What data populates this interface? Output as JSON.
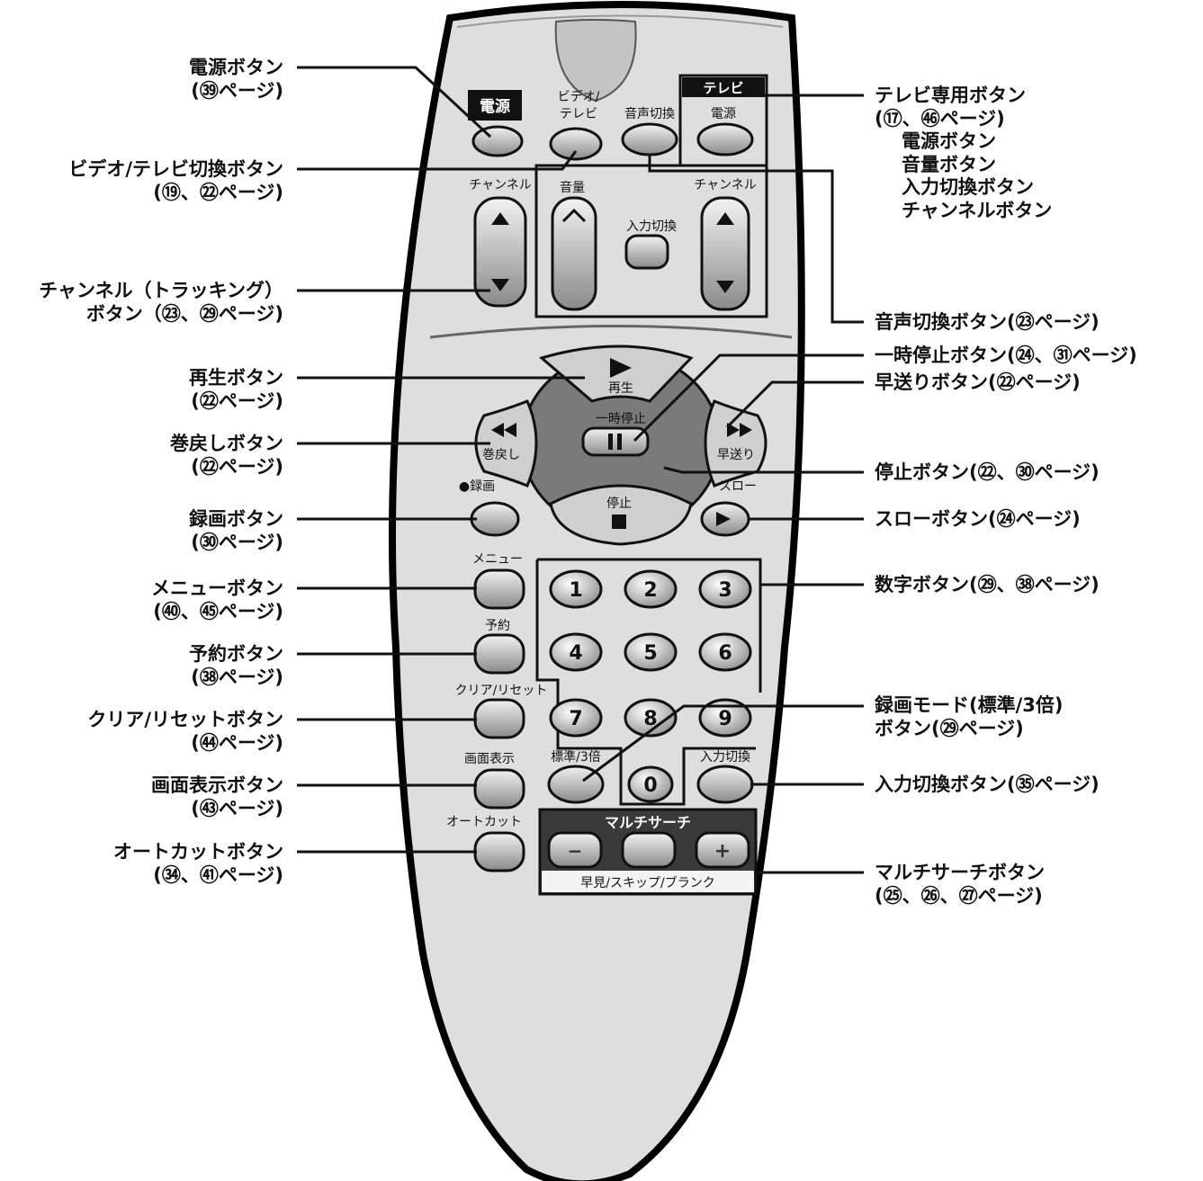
{
  "remote": {
    "top_labels": {
      "power": "電源",
      "video_tv": "ビデオ/",
      "video_tv_2": "テレビ",
      "audio_switch": "音声切換",
      "tv_header": "テレビ",
      "tv_power": "電源",
      "channel_left": "チャンネル",
      "volume": "音量",
      "input_switch": "入力切換",
      "channel_right": "チャンネル"
    },
    "transport": {
      "play": "再生",
      "pause": "一時停止",
      "rewind": "巻戻し",
      "ffwd": "早送り",
      "stop": "停止",
      "record": "●録画",
      "slow": "スロー"
    },
    "side_labels": {
      "menu": "メニュー",
      "timer": "予約",
      "clear_reset": "クリア/リセット",
      "display": "画面表示",
      "auto_cut": "オートカット"
    },
    "digits": [
      "1",
      "2",
      "3",
      "4",
      "5",
      "6",
      "7",
      "8",
      "9",
      "0"
    ],
    "mode_label": "標準/3倍",
    "input_label": "入力切換",
    "multi_search_header": "マルチサーチ",
    "multi_search_footer": "早見/スキップ/ブランク",
    "multi_minus": "−",
    "multi_plus": "+"
  },
  "callouts_left": [
    {
      "line1": "電源ボタン",
      "line2": "(㊴ページ)"
    },
    {
      "line1": "ビデオ/テレビ切換ボタン",
      "line2": "(⑲、㉒ページ)"
    },
    {
      "line1": "チャンネル（トラッキング）",
      "line2": "ボタン（㉓、㉙ページ)"
    },
    {
      "line1": "再生ボタン",
      "line2": "(㉒ページ)"
    },
    {
      "line1": "巻戻しボタン",
      "line2": "(㉒ページ)"
    },
    {
      "line1": "録画ボタン",
      "line2": "(㉚ページ)"
    },
    {
      "line1": "メニューボタン",
      "line2": "(㊵、㊺ページ)"
    },
    {
      "line1": "予約ボタン",
      "line2": "(㊳ページ)"
    },
    {
      "line1": "クリア/リセットボタン",
      "line2": "(㊹ページ)"
    },
    {
      "line1": "画面表示ボタン",
      "line2": "(㊸ページ)"
    },
    {
      "line1": "オートカットボタン",
      "line2": "(㉞、㊶ページ)"
    }
  ],
  "callouts_right": [
    {
      "line1": "テレビ専用ボタン",
      "line2": "(⑰、㊻ページ)",
      "subs": [
        "電源ボタン",
        "音量ボタン",
        "入力切換ボタン",
        "チャンネルボタン"
      ]
    },
    {
      "line1": "音声切換ボタン(㉓ページ)"
    },
    {
      "line1": "一時停止ボタン(㉔、㉛ページ)"
    },
    {
      "line1": "早送りボタン(㉒ページ)"
    },
    {
      "line1": "停止ボタン(㉒、㉚ページ)"
    },
    {
      "line1": "スローボタン(㉔ページ)"
    },
    {
      "line1": "数字ボタン(㉙、㊳ページ)"
    },
    {
      "line1": "録画モード(標準/3倍)",
      "line2": "ボタン(㉙ページ)"
    },
    {
      "line1": "入力切換ボタン(㉟ページ)"
    },
    {
      "line1": "マルチサーチボタン",
      "line2": "(㉕、㉖、㉗ページ)"
    }
  ]
}
